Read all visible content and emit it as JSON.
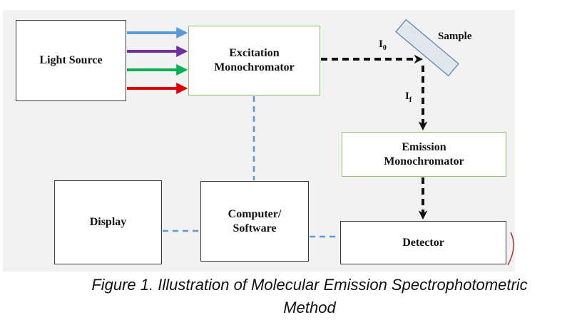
{
  "boxes": {
    "light_source": "Light Source",
    "excitation_monochromator": "Excitation\nMonochromator",
    "emission_monochromator": "Emission\nMonochromator",
    "display": "Display",
    "computer_software": "Computer/\nSoftware",
    "detector": "Detector"
  },
  "labels": {
    "sample": "Sample",
    "i_zero": "I",
    "i_zero_sub": "0",
    "i_f": "I",
    "i_f_sub": "f"
  },
  "caption": {
    "line1": "Figure 1. Illustration of Molecular Emission Spectrophotometric",
    "line2": "Method"
  },
  "colors": {
    "beam_blue": "#5b9bd5",
    "beam_purple": "#7030a0",
    "beam_green": "#00b050",
    "beam_red": "#e00000",
    "data_link_dashed": "#5b9bd5",
    "optical_path": "#111111",
    "green_box_border": "#8fbf6a",
    "panel_background": "#f2f2f2"
  }
}
